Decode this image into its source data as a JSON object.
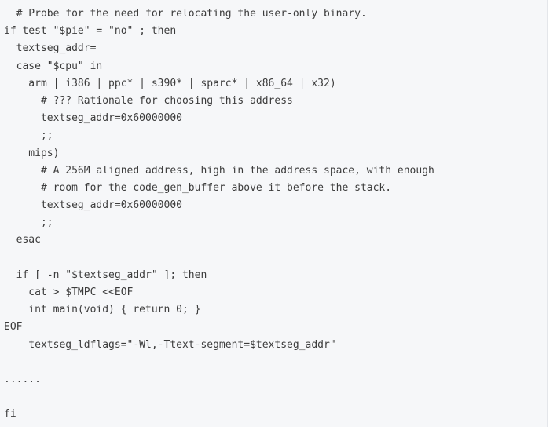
{
  "code": {
    "lines": [
      "  # Probe for the need for relocating the user-only binary.",
      "if test \"$pie\" = \"no\" ; then",
      "  textseg_addr=",
      "  case \"$cpu\" in",
      "    arm | i386 | ppc* | s390* | sparc* | x86_64 | x32)",
      "      # ??? Rationale for choosing this address",
      "      textseg_addr=0x60000000",
      "      ;;",
      "    mips)",
      "      # A 256M aligned address, high in the address space, with enough",
      "      # room for the code_gen_buffer above it before the stack.",
      "      textseg_addr=0x60000000",
      "      ;;",
      "  esac",
      "",
      "  if [ -n \"$textseg_addr\" ]; then",
      "    cat > $TMPC <<EOF",
      "    int main(void) { return 0; }",
      "EOF",
      "    textseg_ldflags=\"-Wl,-Ttext-segment=$textseg_addr\"",
      "",
      "......",
      "",
      "fi"
    ]
  }
}
